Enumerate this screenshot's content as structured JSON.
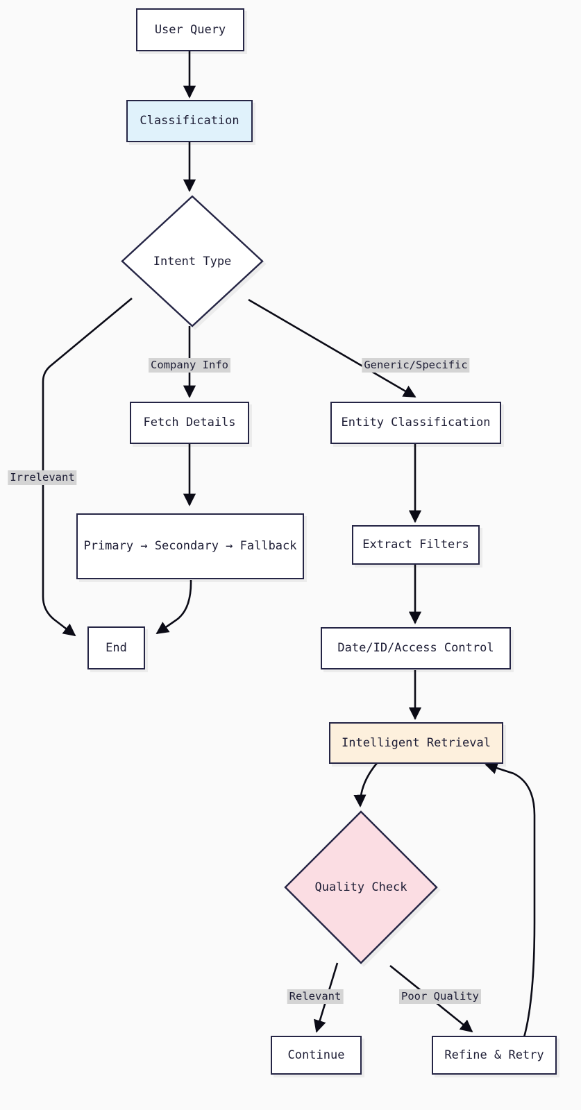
{
  "diagram": {
    "type": "flowchart",
    "direction": "top-down",
    "background": "#fafafa",
    "colors": {
      "stroke": "#252545",
      "text": "#1d1d35",
      "node_default_fill": "#ffffff",
      "classification_fill": "#e0f2fb",
      "retrieval_fill": "#fdf0dd",
      "quality_check_fill": "#fbdde3",
      "edge_label_fill": "#d4d4d4"
    }
  },
  "nodes": [
    {
      "id": "user_query",
      "label": "User Query",
      "shape": "rect",
      "fill": "default"
    },
    {
      "id": "classification",
      "label": "Classification",
      "shape": "rect",
      "fill": "blue"
    },
    {
      "id": "intent_type",
      "label": "Intent Type",
      "shape": "diamond",
      "fill": "default"
    },
    {
      "id": "fetch_details",
      "label": "Fetch Details",
      "shape": "rect",
      "fill": "default"
    },
    {
      "id": "entity_class",
      "label": "Entity Classification",
      "shape": "rect",
      "fill": "default"
    },
    {
      "id": "primary_chain",
      "label": "Primary → Secondary → Fallback",
      "shape": "rect",
      "fill": "default"
    },
    {
      "id": "extract_filters",
      "label": "Extract Filters",
      "shape": "rect",
      "fill": "default"
    },
    {
      "id": "end_node",
      "label": "End",
      "shape": "rect",
      "fill": "default"
    },
    {
      "id": "access_control",
      "label": "Date/ID/Access Control",
      "shape": "rect",
      "fill": "default"
    },
    {
      "id": "intelligent_retrieval",
      "label": "Intelligent Retrieval",
      "shape": "rect",
      "fill": "cream"
    },
    {
      "id": "quality_check",
      "label": "Quality Check",
      "shape": "diamond",
      "fill": "pink"
    },
    {
      "id": "continue_node",
      "label": "Continue",
      "shape": "rect",
      "fill": "default"
    },
    {
      "id": "refine_retry",
      "label": "Refine & Retry",
      "shape": "rect",
      "fill": "default"
    }
  ],
  "edges": [
    {
      "from": "user_query",
      "to": "classification",
      "label": ""
    },
    {
      "from": "classification",
      "to": "intent_type",
      "label": ""
    },
    {
      "from": "intent_type",
      "to": "end_node",
      "label": "Irrelevant"
    },
    {
      "from": "intent_type",
      "to": "fetch_details",
      "label": "Company Info"
    },
    {
      "from": "intent_type",
      "to": "entity_class",
      "label": "Generic/Specific"
    },
    {
      "from": "fetch_details",
      "to": "primary_chain",
      "label": ""
    },
    {
      "from": "primary_chain",
      "to": "end_node",
      "label": ""
    },
    {
      "from": "entity_class",
      "to": "extract_filters",
      "label": ""
    },
    {
      "from": "extract_filters",
      "to": "access_control",
      "label": ""
    },
    {
      "from": "access_control",
      "to": "intelligent_retrieval",
      "label": ""
    },
    {
      "from": "intelligent_retrieval",
      "to": "quality_check",
      "label": ""
    },
    {
      "from": "quality_check",
      "to": "continue_node",
      "label": "Relevant"
    },
    {
      "from": "quality_check",
      "to": "refine_retry",
      "label": "Poor Quality"
    },
    {
      "from": "refine_retry",
      "to": "intelligent_retrieval",
      "label": ""
    }
  ],
  "edge_labels": [
    {
      "id": "company_info",
      "text": "Company Info"
    },
    {
      "id": "generic_specific",
      "text": "Generic/Specific"
    },
    {
      "id": "irrelevant",
      "text": "Irrelevant"
    },
    {
      "id": "relevant",
      "text": "Relevant"
    },
    {
      "id": "poor_quality",
      "text": "Poor Quality"
    }
  ]
}
